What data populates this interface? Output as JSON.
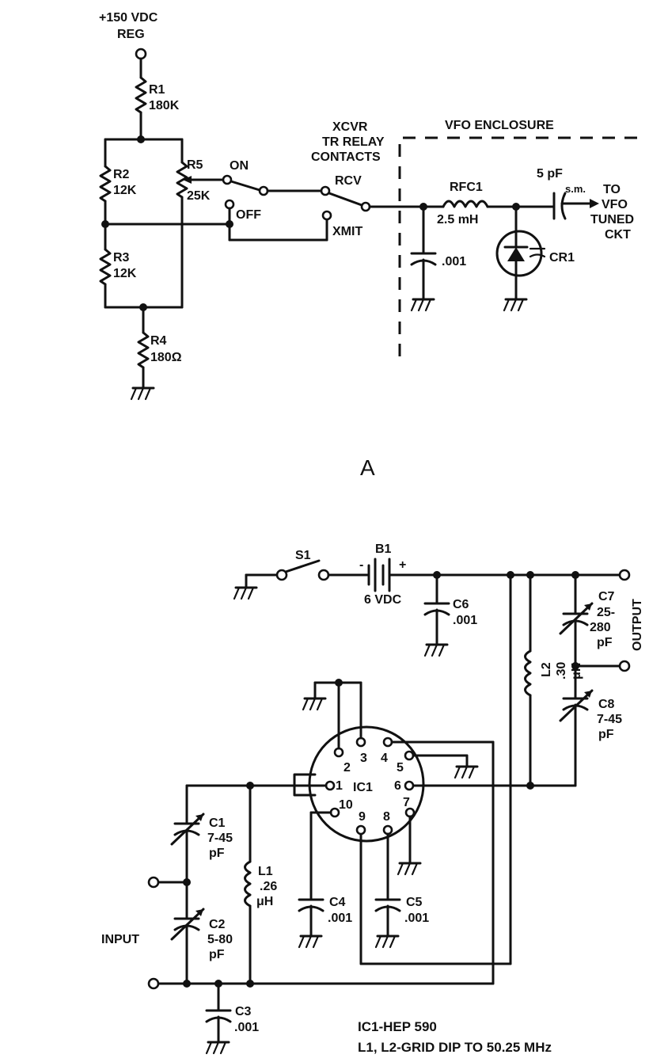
{
  "diagram_a": {
    "caption": "A",
    "supply": "+150 VDC",
    "supply_sub": "REG",
    "r1": {
      "name": "R1",
      "value": "180K"
    },
    "r2": {
      "name": "R2",
      "value": "12K"
    },
    "r3": {
      "name": "R3",
      "value": "12K"
    },
    "r4": {
      "name": "R4",
      "value": "180Ω"
    },
    "r5": {
      "name": "R5",
      "value": "25K"
    },
    "switch_on": "ON",
    "switch_off": "OFF",
    "relay_line1": "XCVR",
    "relay_line2": "TR RELAY",
    "relay_line3": "CONTACTS",
    "rcv": "RCV",
    "xmit": "XMIT",
    "enclosure": "VFO ENCLOSURE",
    "rfc": {
      "name": "RFC1",
      "value": "2.5 mH"
    },
    "cap_bypass": ".001",
    "cap_couple": "5 pF",
    "sm": "s.m.",
    "diode": "CR1",
    "to_line1": "TO",
    "to_line2": "VFO",
    "to_line3": "TUNED",
    "to_line4": "CKT"
  },
  "diagram_b": {
    "s1": "S1",
    "b1": "B1",
    "b1_value": "6 VDC",
    "minus": "-",
    "plus": "+",
    "c6": {
      "name": "C6",
      "value": ".001"
    },
    "c7": {
      "name": "C7",
      "value1": "25-",
      "value2": "280",
      "value3": "pF"
    },
    "c8": {
      "name": "C8",
      "value1": "7-45",
      "value2": "pF"
    },
    "l2": {
      "name": "L2",
      "value1": ".30",
      "value2": "μH"
    },
    "output": "OUTPUT",
    "ic": "IC1",
    "pins": [
      "1",
      "2",
      "3",
      "4",
      "5",
      "6",
      "7",
      "8",
      "9",
      "10"
    ],
    "c1": {
      "name": "C1",
      "value1": "7-45",
      "value2": "pF"
    },
    "c2": {
      "name": "C2",
      "value1": "5-80",
      "value2": "pF"
    },
    "c3": {
      "name": "C3",
      "value": ".001"
    },
    "c4": {
      "name": "C4",
      "value": ".001"
    },
    "c5": {
      "name": "C5",
      "value": ".001"
    },
    "l1": {
      "name": "L1",
      "value1": ".26",
      "value2": "μH"
    },
    "input": "INPUT",
    "note1": "IC1-HEP 590",
    "note2": "L1, L2-GRID DIP TO 50.25 MHz"
  }
}
